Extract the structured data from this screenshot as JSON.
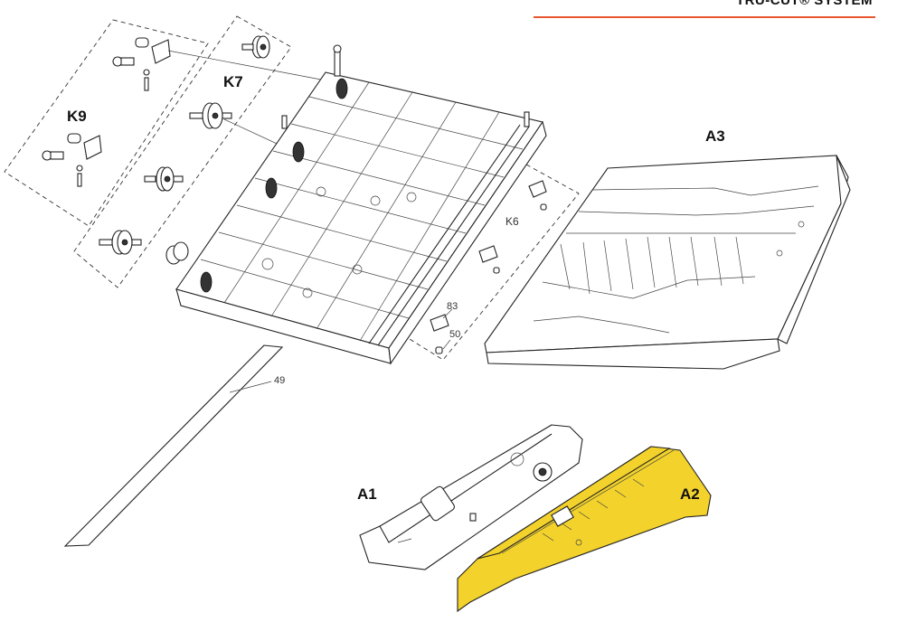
{
  "header": {
    "title": "TRU-CUT® SYSTEM",
    "rule_color": "#E8572F"
  },
  "colors": {
    "highlight": "#F2D22B",
    "line": "#222222"
  },
  "callouts": {
    "k9": "K9",
    "k7": "K7",
    "a3": "A3",
    "k6": "K6",
    "n83": "83",
    "n50": "50",
    "n49": "49",
    "a1": "A1",
    "a2": "A2"
  }
}
